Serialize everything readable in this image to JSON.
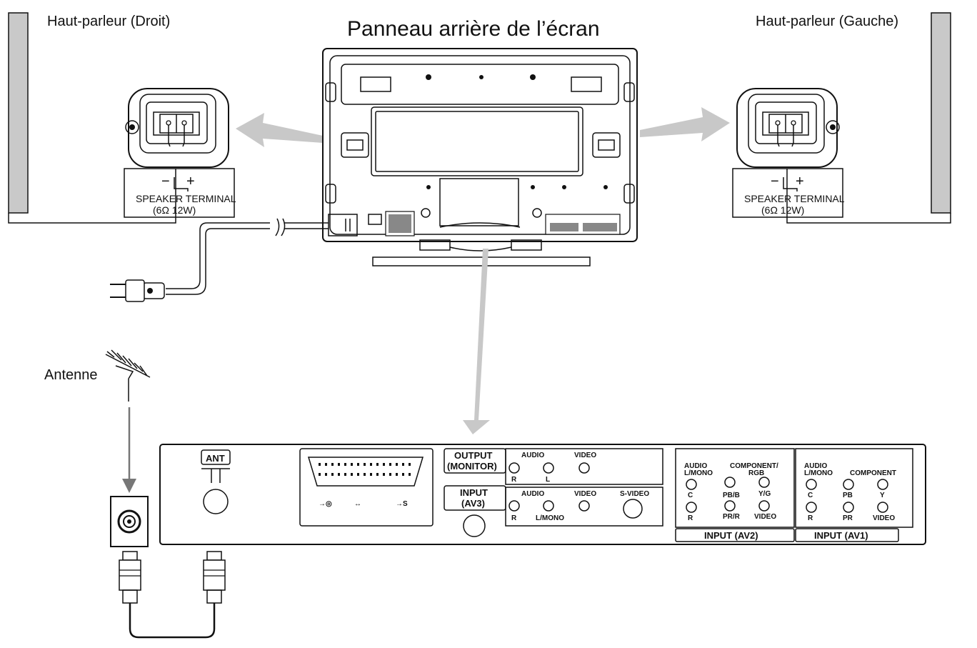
{
  "title": "Panneau arrière de l’écran",
  "speaker_right": {
    "label": "Haut-parleur (Droit)",
    "terminal_sign_minus": "−",
    "terminal_sign_plus": "+",
    "terminal_title": "SPEAKER TERMINAL",
    "terminal_rating": "(6Ω 12W)"
  },
  "speaker_left": {
    "label": "Haut-parleur (Gauche)",
    "terminal_sign_minus": "−",
    "terminal_sign_plus": "+",
    "terminal_title": "SPEAKER TERMINAL",
    "terminal_rating": "(6Ω 12W)"
  },
  "antenna_label": "Antenne",
  "panel": {
    "ant": "ANT",
    "output_line1": "OUTPUT",
    "output_line2": "(MONITOR)",
    "input_line1": "INPUT",
    "input_line2": "(AV3)",
    "audio": "AUDIO",
    "video": "VIDEO",
    "svideo": "S-VIDEO",
    "r": "R",
    "l": "L",
    "l_mono": "L/MONO",
    "c": "C",
    "component_rgb": "COMPONENT/",
    "rgb": "RGB",
    "component": "COMPONENT",
    "pb_b": "PB/B",
    "pr_r": "PR/R",
    "yg": "Y/G",
    "pb": "PB",
    "pr": "PR",
    "y": "Y",
    "input_av2": "INPUT (AV2)",
    "input_av1": "INPUT (AV1)"
  }
}
